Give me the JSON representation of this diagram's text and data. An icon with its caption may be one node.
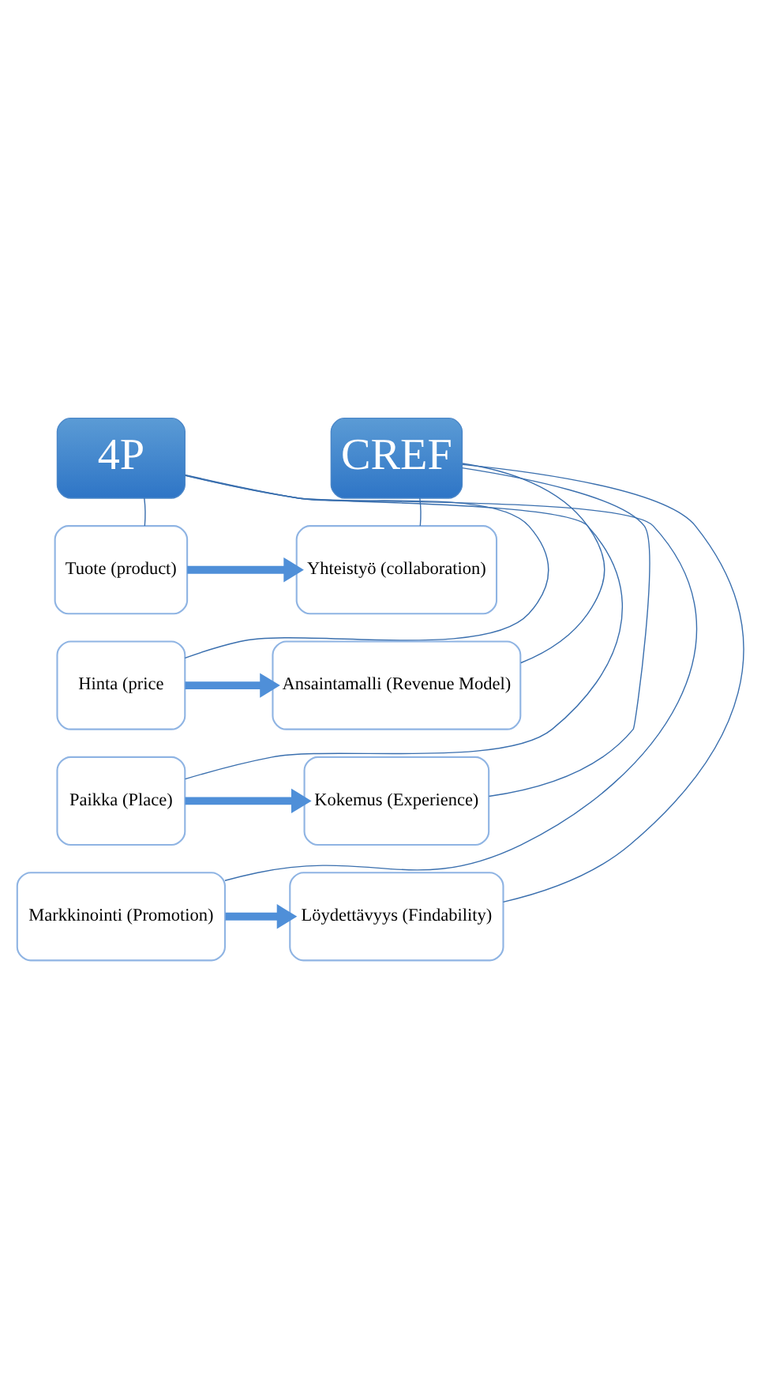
{
  "diagram": {
    "nodes": [
      {
        "text": [
          "4P"
        ]
      },
      {
        "text": [
          "Tuote (product)"
        ]
      },
      {
        "text": [
          "Hinta (price"
        ]
      },
      {
        "text": [
          "Paikka (Place)"
        ]
      },
      {
        "text": [
          "Markkinointi (Promotion)"
        ]
      },
      {
        "text": [
          "CREF"
        ]
      },
      {
        "text": [
          "Yhteistyö (collaboration)"
        ]
      },
      {
        "text": [
          "Ansaintamalli (Revenue Model)"
        ]
      },
      {
        "text": [
          "Kokemus (Experience)"
        ]
      },
      {
        "text": [
          "Löydettävyys (Findability)"
        ]
      }
    ],
    "edges": [
      {
        "from": 0,
        "to": 1,
        "arrow": "none"
      },
      {
        "from": 0,
        "to": 2,
        "arrow": "none"
      },
      {
        "from": 0,
        "to": 3,
        "arrow": "none"
      },
      {
        "from": 0,
        "to": 4,
        "arrow": "none"
      },
      {
        "from": 5,
        "to": 6,
        "arrow": "none"
      },
      {
        "from": 5,
        "to": 7,
        "arrow": "none"
      },
      {
        "from": 5,
        "to": 8,
        "arrow": "none"
      },
      {
        "from": 5,
        "to": 9,
        "arrow": "none"
      },
      {
        "from": 1,
        "to": 6,
        "arrow": "to",
        "style": "thick",
        "color": "#4f8fd8"
      },
      {
        "from": 2,
        "to": 7,
        "arrow": "to",
        "style": "thick",
        "color": "#4f8fd8"
      },
      {
        "from": 3,
        "to": 8,
        "arrow": "to",
        "style": "thick",
        "color": "#4f8fd8"
      },
      {
        "from": 4,
        "to": 9,
        "arrow": "to",
        "style": "thick",
        "color": "#4f8fd8"
      }
    ]
  }
}
